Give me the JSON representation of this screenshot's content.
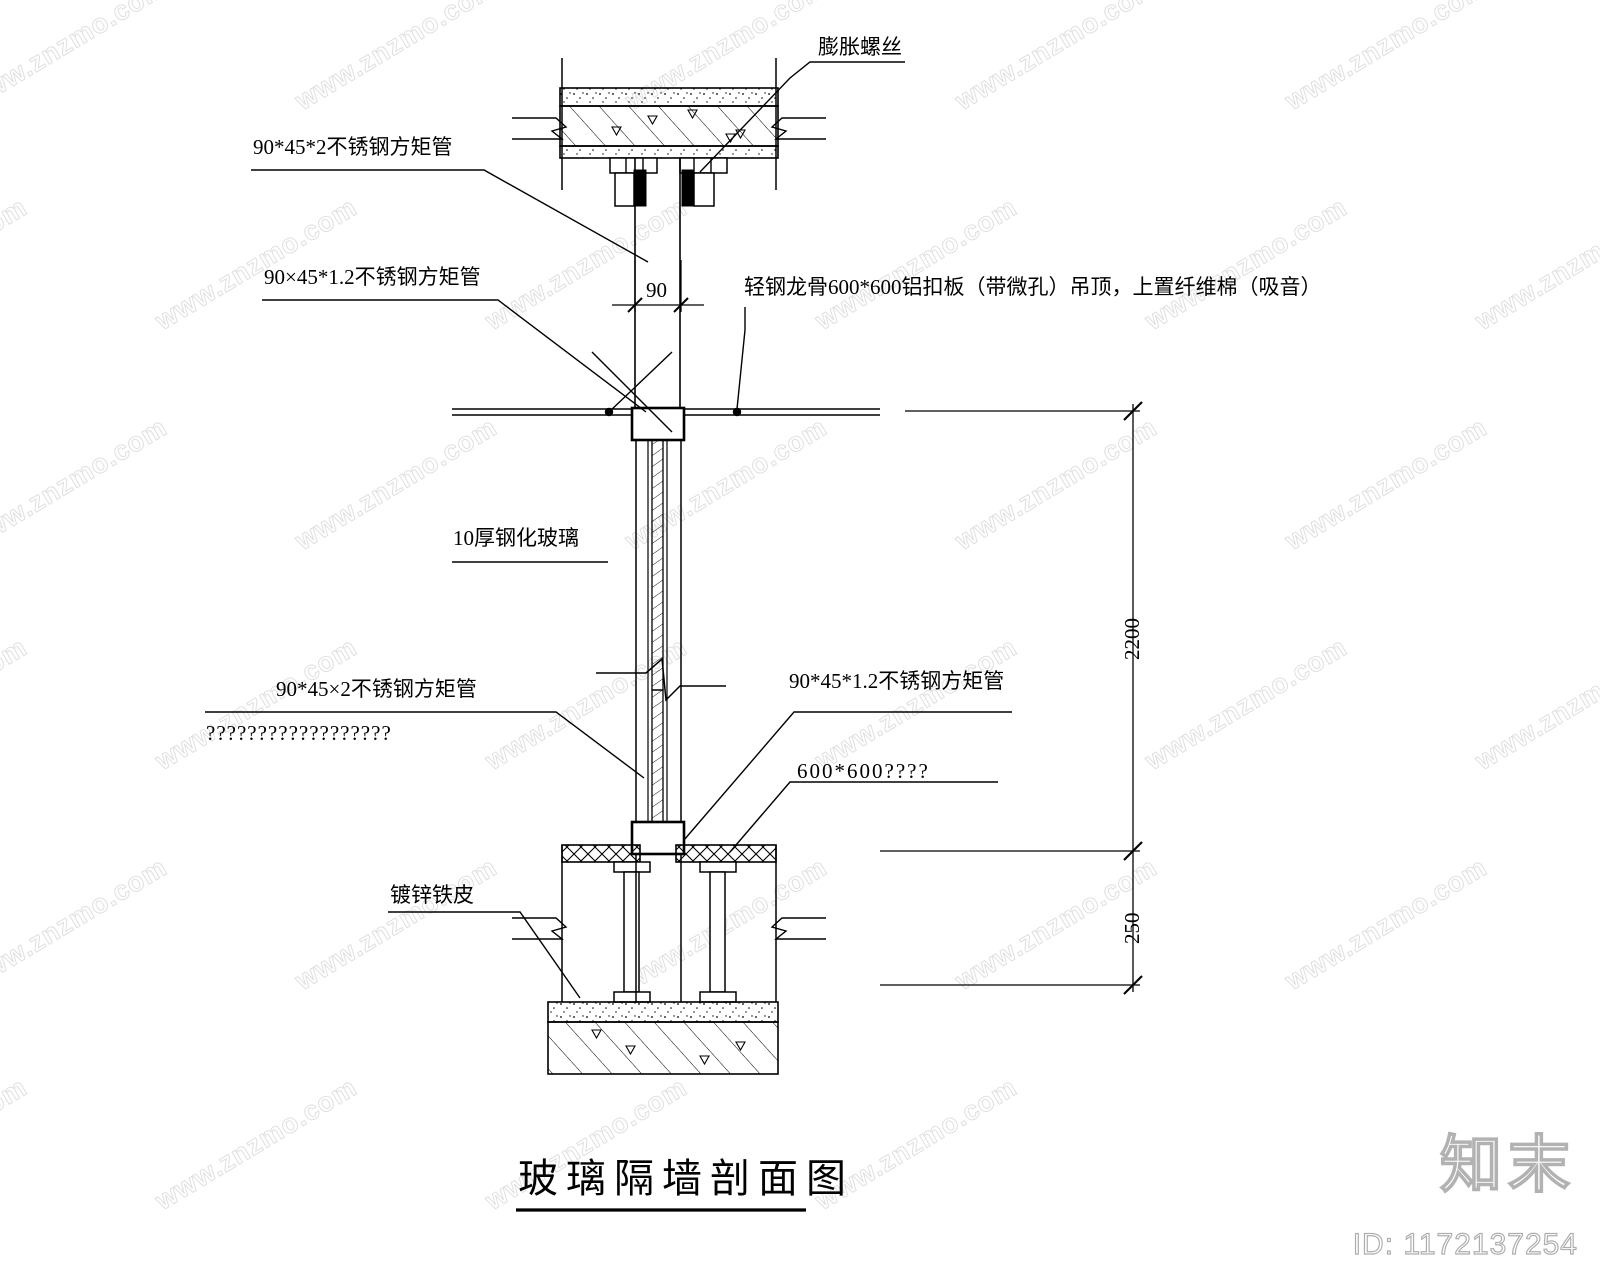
{
  "drawing": {
    "title": "玻璃隔墙剖面图",
    "type": "CAD architectural section detail",
    "sheet_bg": "#ffffff",
    "line_color": "#000000"
  },
  "annotations": {
    "expansion_bolt": "膨胀螺丝",
    "top_tube": "90*45*2不锈钢方矩管",
    "upper_tube_12": "90×45*1.2不锈钢方矩管",
    "ceiling": "轻钢龙骨600*600铝扣板（带微孔）吊顶，上置纤维棉（吸音）",
    "glass": "10厚钢化玻璃",
    "lower_tube_2": "90*45×2不锈钢方矩管",
    "lower_tube_2_sub": "??????????????????",
    "lower_tube_12": "90*45*1.2不锈钢方矩管",
    "floor_panel": "600*600????",
    "galvanized_sheet": "镀锌铁皮"
  },
  "dimensions": {
    "tube_width": "90",
    "wall_height": "2200",
    "floor_void": "250"
  },
  "watermark": {
    "url": "www.znzmo.com",
    "logo": "知末",
    "id": "ID: 1172137254"
  },
  "chart_data": {
    "type": "table",
    "title": "玻璃隔墙剖面图",
    "categories": [
      "膨胀螺丝",
      "90*45*2不锈钢方矩管",
      "90×45*1.2不锈钢方矩管",
      "轻钢龙骨600*600铝扣板（带微孔）吊顶，上置纤维棉（吸音）",
      "10厚钢化玻璃",
      "90*45×2不锈钢方矩管",
      "90*45*1.2不锈钢方矩管",
      "600*600????",
      "镀锌铁皮"
    ],
    "values": [
      90,
      2200,
      250
    ],
    "xlabel": "",
    "ylabel": ""
  }
}
